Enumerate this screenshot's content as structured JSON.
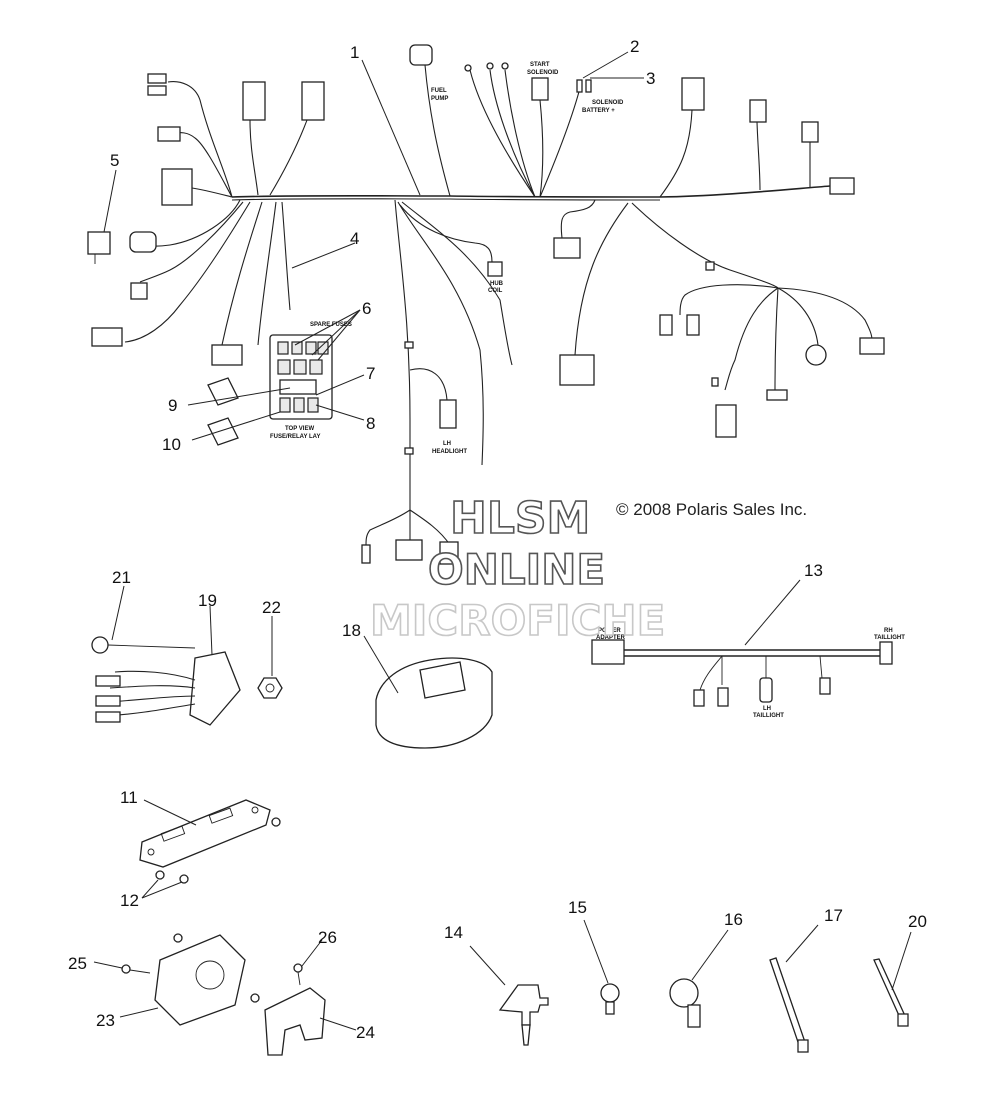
{
  "callouts": {
    "c1": "1",
    "c2": "2",
    "c3": "3",
    "c4": "4",
    "c5": "5",
    "c6": "6",
    "c7": "7",
    "c8": "8",
    "c9": "9",
    "c10": "10",
    "c11": "11",
    "c12": "12",
    "c13": "13",
    "c14": "14",
    "c15": "15",
    "c16": "16",
    "c17": "17",
    "c18": "18",
    "c19": "19",
    "c20": "20",
    "c21": "21",
    "c22": "22",
    "c23": "23",
    "c24": "24",
    "c25": "25",
    "c26": "26"
  },
  "harness_labels": {
    "fuel_pump_1": "FUEL",
    "fuel_pump_2": "PUMP",
    "start_solenoid_1": "START",
    "start_solenoid_2": "SOLENOID",
    "solenoid_battery_1": "SOLENOID",
    "solenoid_battery_2": "BATTERY +",
    "hub_coil_1": "HUB",
    "hub_coil_2": "COIL",
    "lh_headlight_1": "LH",
    "lh_headlight_2": "HEADLIGHT",
    "spare_fuses": "SPARE FUSES",
    "top_view_1": "TOP VIEW",
    "top_view_2": "FUSE/RELAY LAY",
    "rh_taillight_1": "RH",
    "rh_taillight_2": "TAILLIGHT",
    "lh_taillight_1": "LH",
    "lh_taillight_2": "TAILLIGHT",
    "power_adapter_1": "POWER",
    "power_adapter_2": "ADAPTER"
  },
  "copyright": "© 2008 Polaris Sales Inc.",
  "watermark": {
    "line1": "HLSM",
    "line2": "ONLINE",
    "line3": "MICROFICHE"
  }
}
